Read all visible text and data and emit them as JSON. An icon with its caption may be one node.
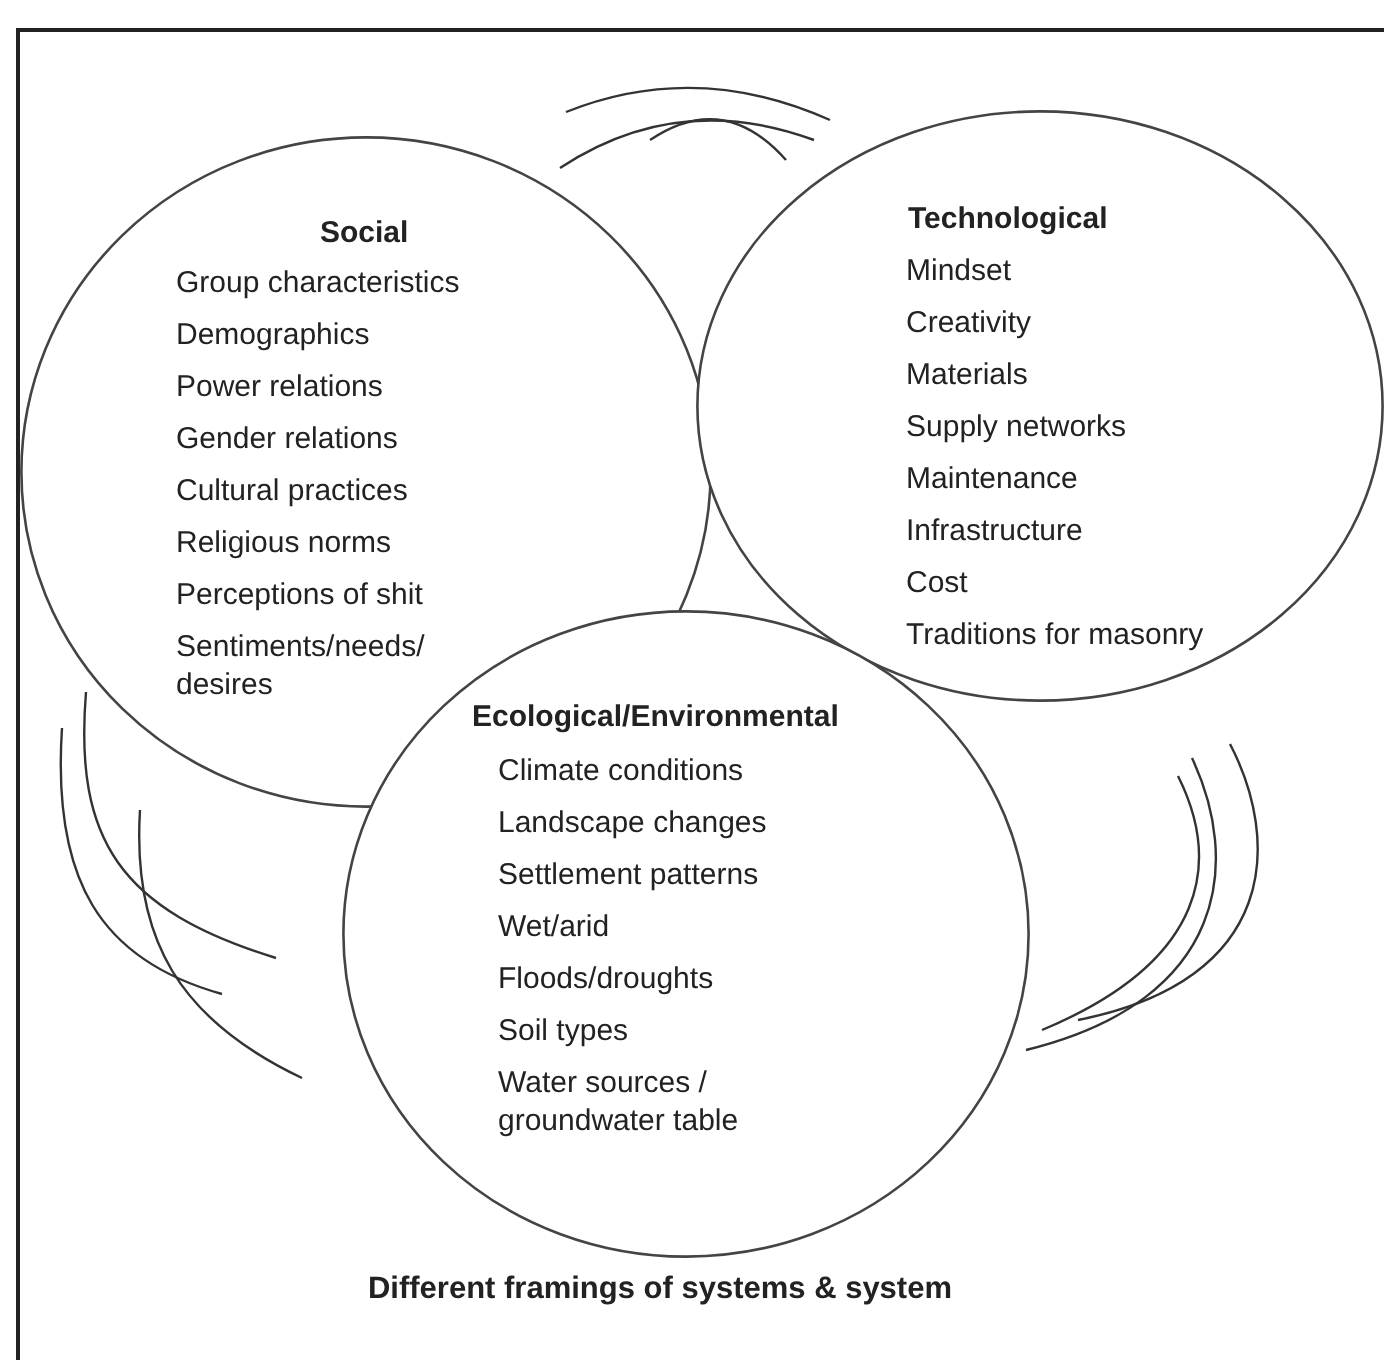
{
  "diagram": {
    "caption": "Different framings of systems & system",
    "nodes": [
      {
        "text": [
          "Social",
          "Group characteristics",
          "Demographics",
          "Power relations",
          "Gender relations",
          "Cultural practices",
          "Religious norms",
          "Perceptions of shit",
          "Sentiments/needs/ desires"
        ]
      },
      {
        "text": [
          "Technological",
          "Mindset",
          "Creativity",
          "Materials",
          "Supply networks",
          "Maintenance",
          "Infrastructure",
          "Cost",
          "Traditions for masonry"
        ]
      },
      {
        "text": [
          "Ecological/Environmental",
          "Climate conditions",
          "Landscape changes",
          "Settlement patterns",
          "Wet/arid",
          "Floods/droughts",
          "Soil types",
          "Water sources / groundwater table"
        ]
      }
    ],
    "edges": []
  }
}
